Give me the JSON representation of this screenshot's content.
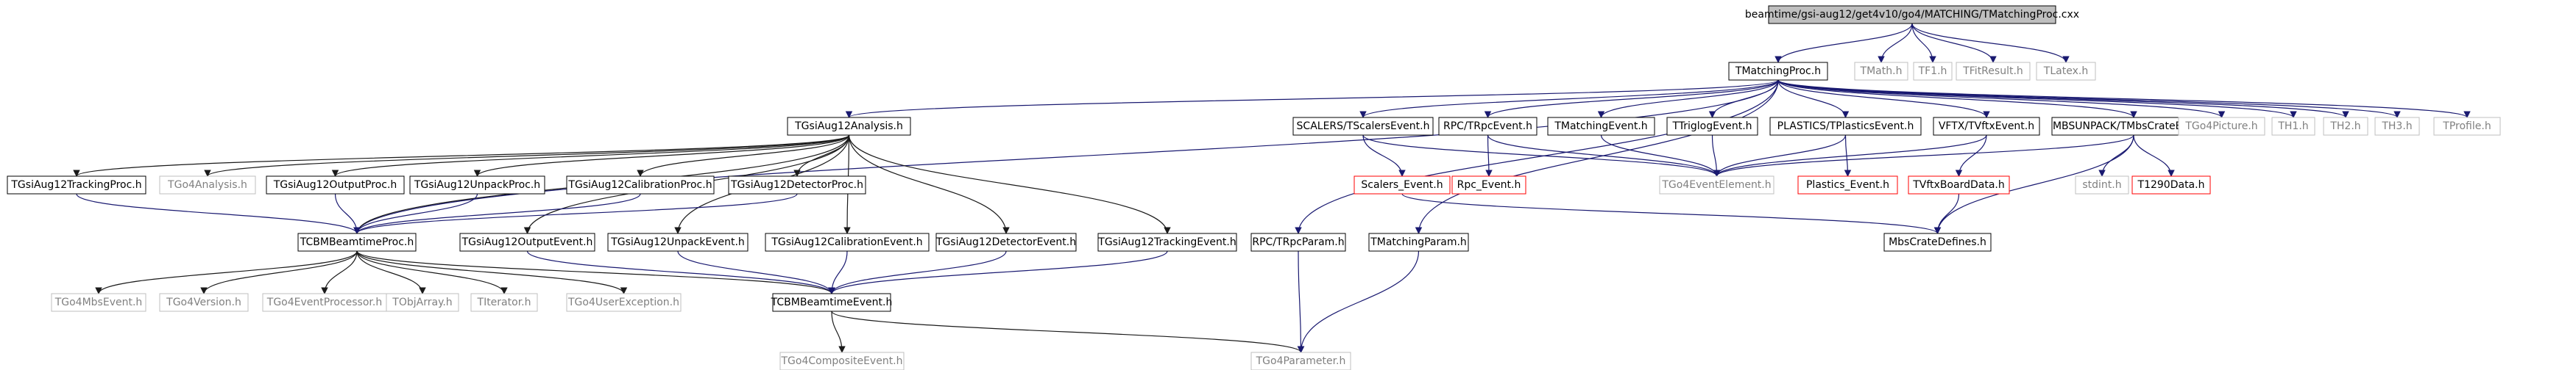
{
  "diagram": {
    "colors": {
      "root_fill": "#bfbfbf",
      "edge_primary": "#191970",
      "edge_secondary": "#1a1a1a",
      "border_normal": "#000000",
      "border_missing": "#bfbfbf",
      "border_unresolved": "#ff0000",
      "text_normal": "#000000",
      "text_missing": "#808080"
    },
    "nodes": [
      {
        "id": "root",
        "label": "beamtime/gsi-aug12/get4v10/go4/MATCHING/TMatchingProc.cxx",
        "kind": "root"
      },
      {
        "id": "TMatchingProc",
        "label": "TMatchingProc.h",
        "kind": "normal"
      },
      {
        "id": "TMath",
        "label": "TMath.h",
        "kind": "missing"
      },
      {
        "id": "TF1",
        "label": "TF1.h",
        "kind": "missing"
      },
      {
        "id": "TFitResult",
        "label": "TFitResult.h",
        "kind": "missing"
      },
      {
        "id": "TLatex",
        "label": "TLatex.h",
        "kind": "missing"
      },
      {
        "id": "TGsiAug12Analysis",
        "label": "TGsiAug12Analysis.h",
        "kind": "normal"
      },
      {
        "id": "SCALERS",
        "label": "SCALERS/TScalersEvent.h",
        "kind": "normal"
      },
      {
        "id": "RPCEvt",
        "label": "RPC/TRpcEvent.h",
        "kind": "normal"
      },
      {
        "id": "TMatchingEvent",
        "label": "TMatchingEvent.h",
        "kind": "normal"
      },
      {
        "id": "TTriglog",
        "label": "TTriglogEvent.h",
        "kind": "normal"
      },
      {
        "id": "PLASTICS",
        "label": "PLASTICS/TPlasticsEvent.h",
        "kind": "normal"
      },
      {
        "id": "VFTX",
        "label": "VFTX/TVftxEvent.h",
        "kind": "normal"
      },
      {
        "id": "MBSUNPACK",
        "label": "MBSUNPACK/TMbsCrateEvent.h",
        "kind": "normal"
      },
      {
        "id": "TGo4Picture",
        "label": "TGo4Picture.h",
        "kind": "missing"
      },
      {
        "id": "TH1",
        "label": "TH1.h",
        "kind": "missing"
      },
      {
        "id": "TH2",
        "label": "TH2.h",
        "kind": "missing"
      },
      {
        "id": "TH3",
        "label": "TH3.h",
        "kind": "missing"
      },
      {
        "id": "TProfile",
        "label": "TProfile.h",
        "kind": "missing"
      },
      {
        "id": "TrackingProc",
        "label": "TGsiAug12TrackingProc.h",
        "kind": "normal"
      },
      {
        "id": "TGo4Analysis",
        "label": "TGo4Analysis.h",
        "kind": "missing"
      },
      {
        "id": "OutputProc",
        "label": "TGsiAug12OutputProc.h",
        "kind": "normal"
      },
      {
        "id": "UnpackProc",
        "label": "TGsiAug12UnpackProc.h",
        "kind": "normal"
      },
      {
        "id": "CalibProc",
        "label": "TGsiAug12CalibrationProc.h",
        "kind": "normal"
      },
      {
        "id": "DetectorProc",
        "label": "TGsiAug12DetectorProc.h",
        "kind": "normal"
      },
      {
        "id": "ScalersE",
        "label": "Scalers_Event.h",
        "kind": "unresolved"
      },
      {
        "id": "RpcE",
        "label": "Rpc_Event.h",
        "kind": "unresolved"
      },
      {
        "id": "TGo4EventElement",
        "label": "TGo4EventElement.h",
        "kind": "missing"
      },
      {
        "id": "PlasticsE",
        "label": "Plastics_Event.h",
        "kind": "unresolved"
      },
      {
        "id": "stdint",
        "label": "stdint.h",
        "kind": "missing"
      },
      {
        "id": "T1290",
        "label": "T1290Data.h",
        "kind": "unresolved"
      },
      {
        "id": "TCBMProc",
        "label": "TCBMBeamtimeProc.h",
        "kind": "normal"
      },
      {
        "id": "OutputEvent",
        "label": "TGsiAug12OutputEvent.h",
        "kind": "normal"
      },
      {
        "id": "UnpackEvent",
        "label": "TGsiAug12UnpackEvent.h",
        "kind": "normal"
      },
      {
        "id": "CalibEvent",
        "label": "TGsiAug12CalibrationEvent.h",
        "kind": "normal"
      },
      {
        "id": "DetectorEvent",
        "label": "TGsiAug12DetectorEvent.h",
        "kind": "normal"
      },
      {
        "id": "TrackingEvent",
        "label": "TGsiAug12TrackingEvent.h",
        "kind": "normal"
      },
      {
        "id": "RPCParam",
        "label": "RPC/TRpcParam.h",
        "kind": "normal"
      },
      {
        "id": "TMatchingParam",
        "label": "TMatchingParam.h",
        "kind": "normal"
      },
      {
        "id": "TVftxBoard",
        "label": "TVftxBoardData.h",
        "kind": "unresolved"
      },
      {
        "id": "MbsCrate",
        "label": "MbsCrateDefines.h",
        "kind": "normal"
      },
      {
        "id": "TGo4MbsEvent",
        "label": "TGo4MbsEvent.h",
        "kind": "missing"
      },
      {
        "id": "TGo4Version",
        "label": "TGo4Version.h",
        "kind": "missing"
      },
      {
        "id": "TGo4EventProcessor",
        "label": "TGo4EventProcessor.h",
        "kind": "missing"
      },
      {
        "id": "TObjArray",
        "label": "TObjArray.h",
        "kind": "missing"
      },
      {
        "id": "TIterator",
        "label": "TIterator.h",
        "kind": "missing"
      },
      {
        "id": "TGo4UserException",
        "label": "TGo4UserException.h",
        "kind": "missing"
      },
      {
        "id": "TCBMEvent",
        "label": "TCBMBeamtimeEvent.h",
        "kind": "normal"
      },
      {
        "id": "TGo4CompositeEvent",
        "label": "TGo4CompositeEvent.h",
        "kind": "missing"
      },
      {
        "id": "TGo4Parameter",
        "label": "TGo4Parameter.h",
        "kind": "missing"
      }
    ],
    "edges": [
      [
        "root",
        "TMatchingProc"
      ],
      [
        "root",
        "TMath"
      ],
      [
        "root",
        "TF1"
      ],
      [
        "root",
        "TFitResult"
      ],
      [
        "root",
        "TLatex"
      ],
      [
        "TMatchingProc",
        "TGsiAug12Analysis"
      ],
      [
        "TMatchingProc",
        "SCALERS"
      ],
      [
        "TMatchingProc",
        "RPCEvt"
      ],
      [
        "TMatchingProc",
        "TMatchingEvent"
      ],
      [
        "TMatchingProc",
        "TTriglog"
      ],
      [
        "TMatchingProc",
        "PLASTICS"
      ],
      [
        "TMatchingProc",
        "VFTX"
      ],
      [
        "TMatchingProc",
        "MBSUNPACK"
      ],
      [
        "TMatchingProc",
        "TGo4Picture"
      ],
      [
        "TMatchingProc",
        "TH1"
      ],
      [
        "TMatchingProc",
        "TH2"
      ],
      [
        "TMatchingProc",
        "TH3"
      ],
      [
        "TMatchingProc",
        "TProfile"
      ],
      [
        "TMatchingProc",
        "TCBMProc"
      ],
      [
        "TMatchingProc",
        "RPCParam"
      ],
      [
        "TMatchingProc",
        "TMatchingParam"
      ],
      [
        "TGsiAug12Analysis",
        "TrackingProc"
      ],
      [
        "TGsiAug12Analysis",
        "TGo4Analysis"
      ],
      [
        "TGsiAug12Analysis",
        "OutputProc"
      ],
      [
        "TGsiAug12Analysis",
        "UnpackProc"
      ],
      [
        "TGsiAug12Analysis",
        "CalibProc"
      ],
      [
        "TGsiAug12Analysis",
        "DetectorProc"
      ],
      [
        "TGsiAug12Analysis",
        "TCBMProc"
      ],
      [
        "TGsiAug12Analysis",
        "OutputEvent"
      ],
      [
        "TGsiAug12Analysis",
        "UnpackEvent"
      ],
      [
        "TGsiAug12Analysis",
        "CalibEvent"
      ],
      [
        "TGsiAug12Analysis",
        "DetectorEvent"
      ],
      [
        "TGsiAug12Analysis",
        "TrackingEvent"
      ],
      [
        "TrackingProc",
        "TCBMProc"
      ],
      [
        "OutputProc",
        "TCBMProc"
      ],
      [
        "UnpackProc",
        "TCBMProc"
      ],
      [
        "CalibProc",
        "TCBMProc"
      ],
      [
        "DetectorProc",
        "TCBMProc"
      ],
      [
        "SCALERS",
        "ScalersE"
      ],
      [
        "SCALERS",
        "TGo4EventElement"
      ],
      [
        "RPCEvt",
        "RpcE"
      ],
      [
        "RPCEvt",
        "TGo4EventElement"
      ],
      [
        "TMatchingEvent",
        "TGo4EventElement"
      ],
      [
        "TTriglog",
        "TGo4EventElement"
      ],
      [
        "PLASTICS",
        "PlasticsE"
      ],
      [
        "PLASTICS",
        "TGo4EventElement"
      ],
      [
        "VFTX",
        "TGo4EventElement"
      ],
      [
        "VFTX",
        "TVftxBoard"
      ],
      [
        "MBSUNPACK",
        "TGo4EventElement"
      ],
      [
        "MBSUNPACK",
        "stdint"
      ],
      [
        "MBSUNPACK",
        "T1290"
      ],
      [
        "MBSUNPACK",
        "MbsCrate"
      ],
      [
        "ScalersE",
        "MbsCrate"
      ],
      [
        "TVftxBoard",
        "MbsCrate"
      ],
      [
        "TCBMProc",
        "TGo4MbsEvent"
      ],
      [
        "TCBMProc",
        "TGo4Version"
      ],
      [
        "TCBMProc",
        "TGo4EventProcessor"
      ],
      [
        "TCBMProc",
        "TObjArray"
      ],
      [
        "TCBMProc",
        "TIterator"
      ],
      [
        "TCBMProc",
        "TGo4UserException"
      ],
      [
        "TCBMProc",
        "TCBMEvent"
      ],
      [
        "OutputEvent",
        "TCBMEvent"
      ],
      [
        "UnpackEvent",
        "TCBMEvent"
      ],
      [
        "CalibEvent",
        "TCBMEvent"
      ],
      [
        "DetectorEvent",
        "TCBMEvent"
      ],
      [
        "TrackingEvent",
        "TCBMEvent"
      ],
      [
        "TCBMEvent",
        "TGo4CompositeEvent"
      ],
      [
        "TCBMEvent",
        "TGo4Parameter"
      ],
      [
        "RPCParam",
        "TGo4Parameter"
      ],
      [
        "TMatchingParam",
        "TGo4Parameter"
      ]
    ]
  }
}
